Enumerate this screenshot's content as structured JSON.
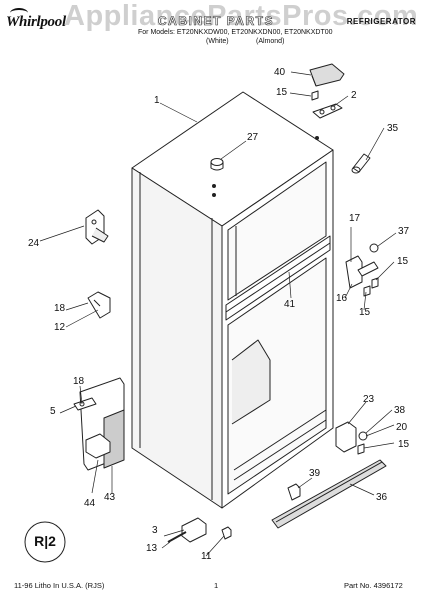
{
  "header": {
    "watermark": "AppliancePartsPros.com",
    "title": "CABINET PARTS",
    "models": "For Models: ET20NKXDW00, ET20NKXDN00, ET20NKXDT00",
    "variant_white": "(White)",
    "variant_almond": "(Almond)",
    "section": "REFRIGERATOR"
  },
  "logo": {
    "text": "Whirlpool"
  },
  "stamp": {
    "text": "R|2"
  },
  "callouts": {
    "c1": "1",
    "c2": "2",
    "c3": "3",
    "c5": "5",
    "c11": "11",
    "c12": "12",
    "c13": "13",
    "c15a": "15",
    "c15b": "15",
    "c15c": "15",
    "c15d": "15",
    "c16": "16",
    "c17": "17",
    "c18a": "18",
    "c18b": "18",
    "c20": "20",
    "c23": "23",
    "c24": "24",
    "c27": "27",
    "c35": "35",
    "c36": "36",
    "c37": "37",
    "c38": "38",
    "c39": "39",
    "c40": "40",
    "c41": "41",
    "c43": "43",
    "c44": "44"
  },
  "footer": {
    "litho": "11-96 Litho In U.S.A. (RJS)",
    "page": "1",
    "part_no": "Part No. 4396172"
  }
}
